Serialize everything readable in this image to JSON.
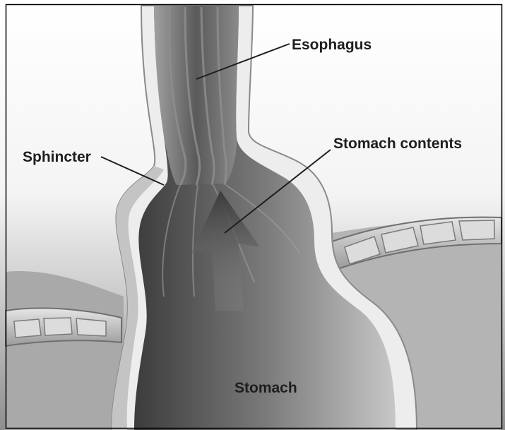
{
  "diagram": {
    "labels": {
      "esophagus": "Esophagus",
      "sphincter": "Sphincter",
      "stomach_contents": "Stomach contents",
      "stomach": "Stomach"
    },
    "colors": {
      "frame": "#000000",
      "wall": "#ececec",
      "wall_outline": "#8a8a8a",
      "lumen_dark": "#4a4a4a",
      "lumen_light": "#9a9a9a",
      "background_tissue": "#b5b5b5",
      "arrow": "#3e3e3e",
      "leader_line": "#1e1e1e",
      "text": "#1e1e1e"
    }
  }
}
